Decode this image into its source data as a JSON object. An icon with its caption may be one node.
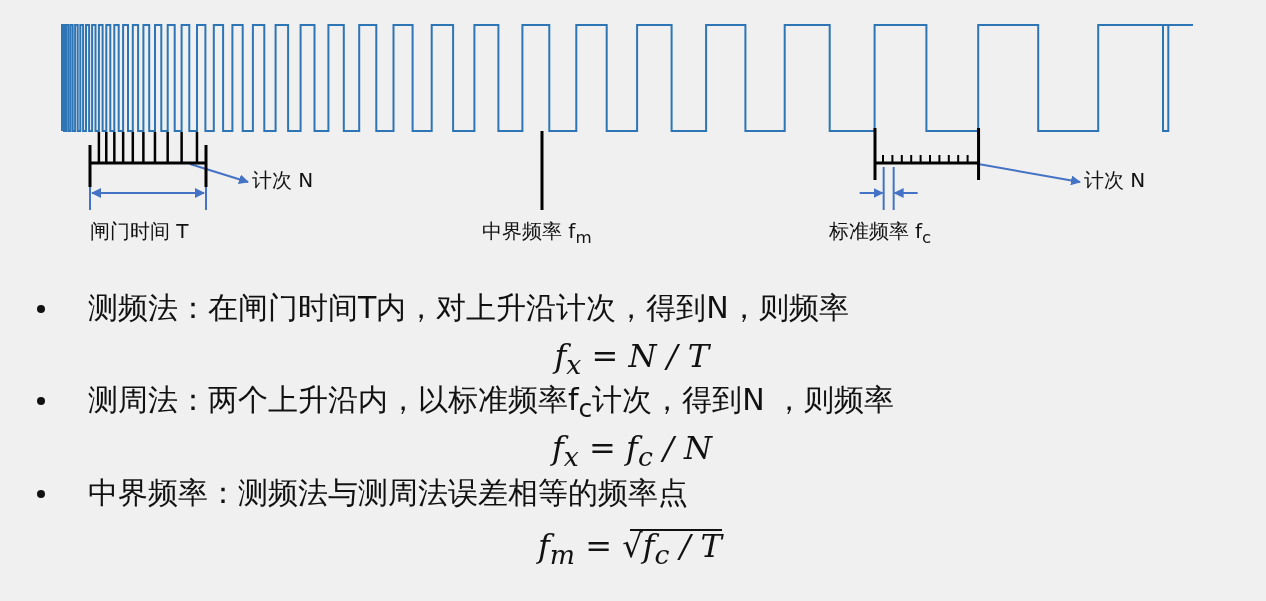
{
  "diagram": {
    "nodes": [
      {
        "text": [],
        "shape": "bar"
      },
      {
        "text": [
          "计次 N"
        ]
      },
      {
        "text": [],
        "shape": "bar"
      },
      {
        "text": [
          "计次 N"
        ]
      }
    ],
    "edges": [
      {
        "from": 0,
        "to": 1,
        "arrow": "to"
      },
      {
        "from": 2,
        "to": 3,
        "arrow": "to"
      }
    ],
    "labels": [
      "闸门时间 T",
      "中界频率 f$_{m}$",
      "标准频率 f$_{c}$",
      "测频法：在闸门时间T内，对上升沿计次，得到N，则频率",
      "f$_{x}$ = N / T",
      "测周法：两个上升沿内，以标准频率f$_{c}$计次，得到N ，则频率",
      "f$_{x}$ = f$_{c}$ / N",
      "中界频率：测频法与测周法误差相等的频率点",
      "f$_{m}$ = √f$_{c}$ / T"
    ]
  }
}
